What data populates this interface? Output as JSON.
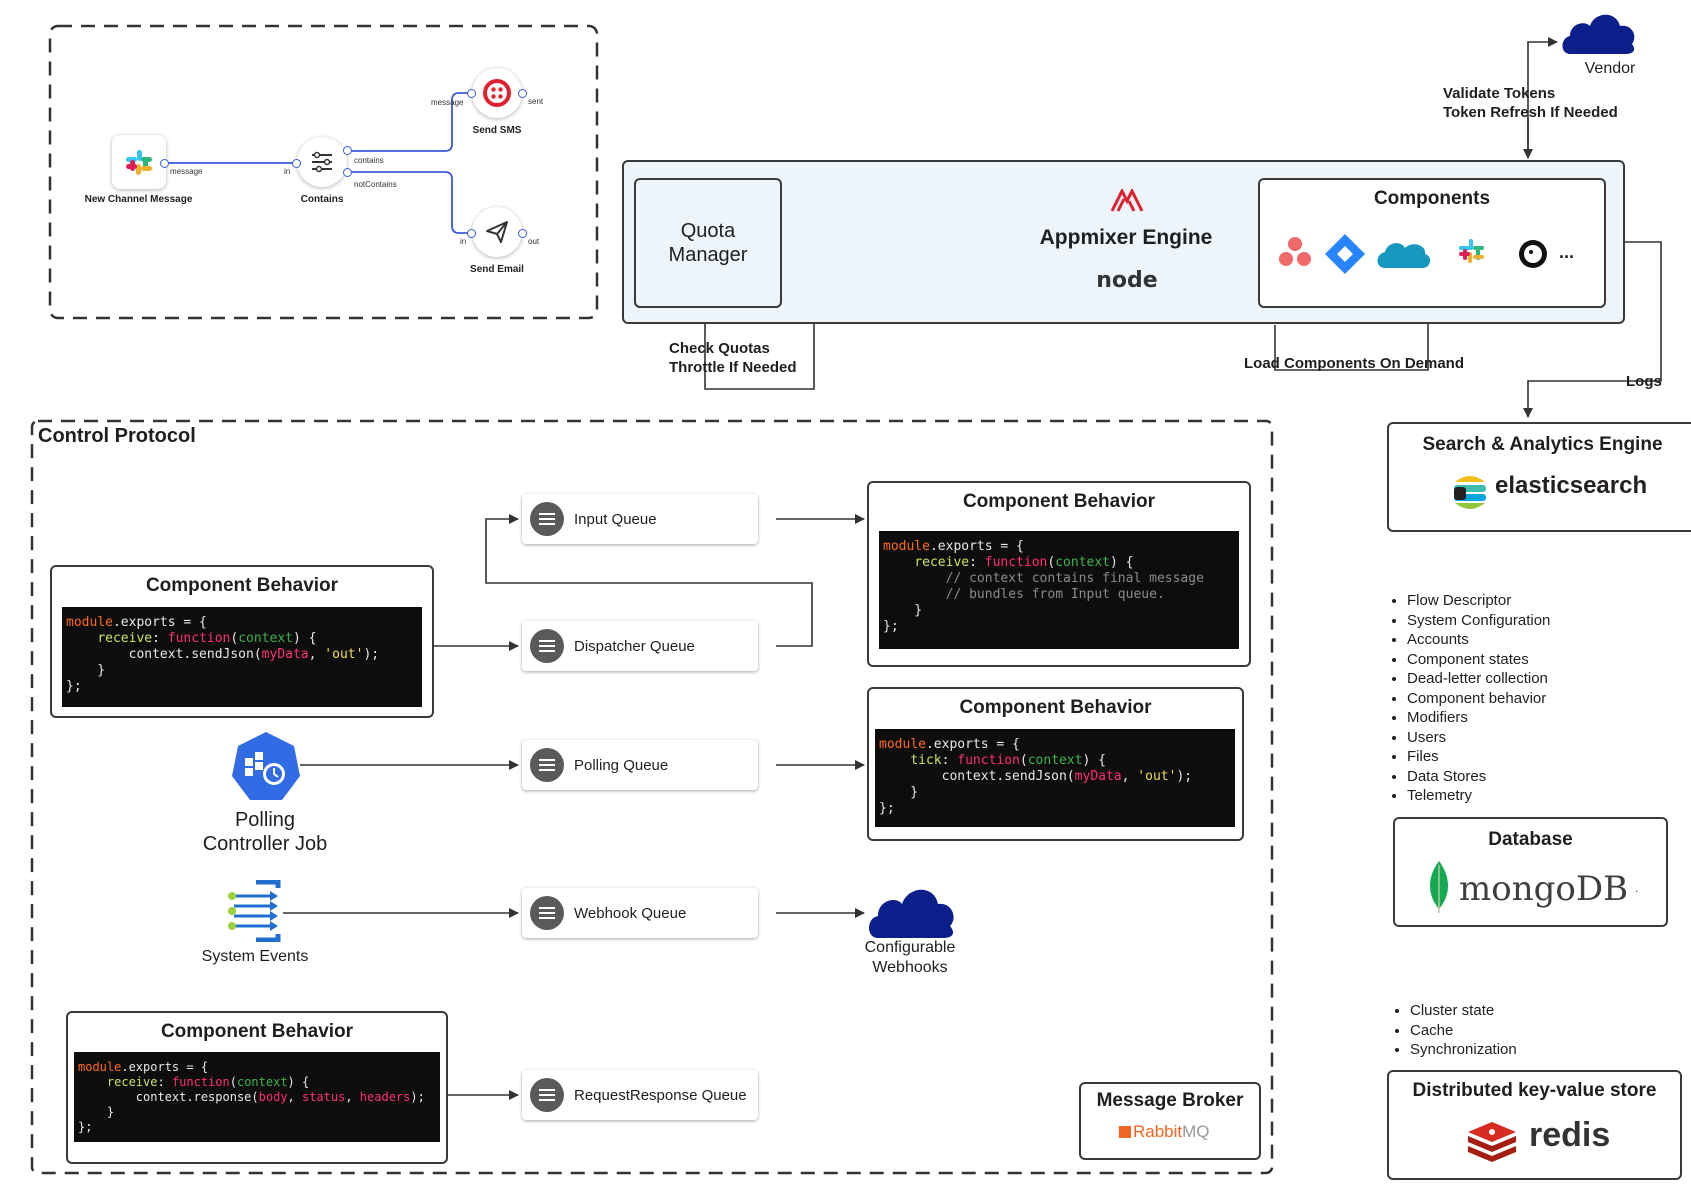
{
  "workflow": {
    "trigger_label": "New Channel Message",
    "trigger_port": "message",
    "filter_label": "Contains",
    "filter_in": "in",
    "filter_out_contains": "contains",
    "filter_out_not": "notContains",
    "sms_label": "Send SMS",
    "sms_in": "message",
    "sms_out": "sent",
    "email_label": "Send Email",
    "email_in": "in",
    "email_out": "out"
  },
  "vendor": {
    "label": "Vendor",
    "edge_line1": "Validate Tokens",
    "edge_line2": "Token Refresh If Needed"
  },
  "engine": {
    "title": "Appmixer Engine",
    "node_logo": "node",
    "quota_manager": "Quota Manager",
    "components_title": "Components",
    "components_more": "...",
    "check_quotas_line1": "Check Quotas",
    "check_quotas_line2": "Throttle If Needed",
    "load_components": "Load Components On Demand",
    "logs": "Logs"
  },
  "search": {
    "title": "Search & Analytics Engine",
    "logo_text": "elasticsearch"
  },
  "database": {
    "items": [
      "Flow Descriptor",
      "System Configuration",
      "Accounts",
      "Component states",
      "Dead-letter collection",
      "Component behavior",
      "Modifiers",
      "Users",
      "Files",
      "Data Stores",
      "Telemetry"
    ],
    "title": "Database",
    "logo_text": "mongoDB",
    "logo_mark": "."
  },
  "kv": {
    "items": [
      "Cluster state",
      "Cache",
      "Synchronization"
    ],
    "title": "Distributed key-value store",
    "logo_text": "redis"
  },
  "control": {
    "title": "Control Protocol",
    "queues": {
      "input": "Input Queue",
      "dispatcher": "Dispatcher Queue",
      "polling": "Polling Queue",
      "webhook": "Webhook Queue",
      "reqres": "RequestResponse Queue"
    },
    "behavior_title": "Component Behavior",
    "polling_job_line1": "Polling",
    "polling_job_line2": "Controller Job",
    "system_events": "System Events",
    "webhooks_line1": "Configurable",
    "webhooks_line2": "Webhooks",
    "broker_title": "Message Broker",
    "broker_logo_a": "Rabbit",
    "broker_logo_b": "MQ"
  },
  "colors": {
    "cloud": "#0a1f8a",
    "engine_bg": "#eef5fa",
    "wire": "#3b5bd6",
    "code_bg": "#0d0d0d"
  }
}
